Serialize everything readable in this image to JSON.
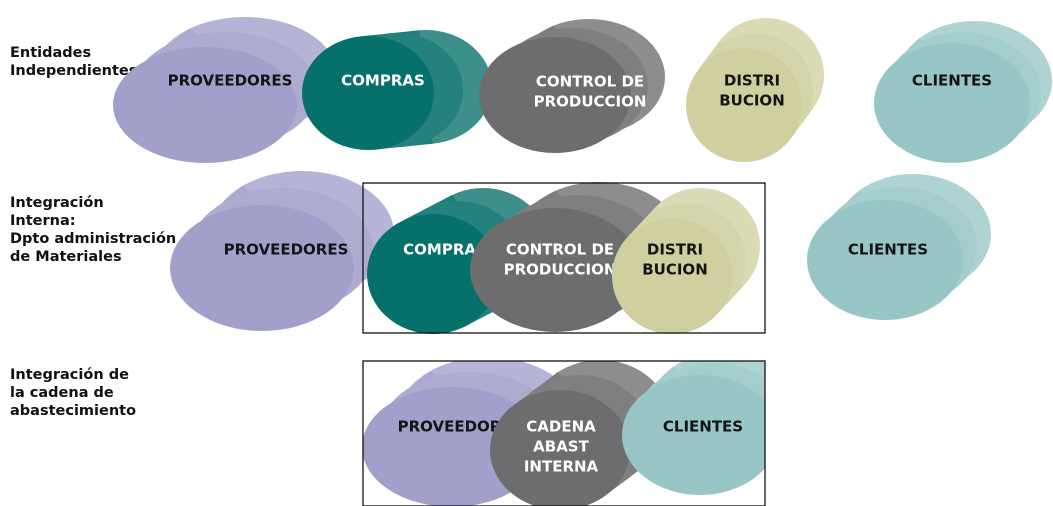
{
  "rows": [
    {
      "label": "Entidades\nIndependientes",
      "nodes": [
        {
          "lines": [
            "PROVEEDORES"
          ],
          "color": "#a29fca"
        },
        {
          "lines": [
            "COMPRAS"
          ],
          "color": "#06706b"
        },
        {
          "lines": [
            "CONTROL DE",
            "PRODUCCION"
          ],
          "color": "#6d6d6f"
        },
        {
          "lines": [
            "DISTRI",
            "BUCION"
          ],
          "color": "#cfcf9f"
        },
        {
          "lines": [
            "CLIENTES"
          ],
          "color": "#98c6c6"
        }
      ]
    },
    {
      "label": "Integración\nInterna:\nDpto administración\nde Materiales",
      "nodes": [
        {
          "lines": [
            "PROVEEDORES"
          ],
          "color": "#a29fca"
        },
        {
          "lines": [
            "COMPRAS"
          ],
          "color": "#06706b"
        },
        {
          "lines": [
            "CONTROL DE",
            "PRODUCCION"
          ],
          "color": "#6d6d6f"
        },
        {
          "lines": [
            "DISTRI",
            "BUCION"
          ],
          "color": "#cfcf9f"
        },
        {
          "lines": [
            "CLIENTES"
          ],
          "color": "#98c6c6"
        }
      ]
    },
    {
      "label": "Integración de\nla cadena de\nabastecimiento",
      "nodes": [
        {
          "lines": [
            "PROVEEDORES"
          ],
          "color": "#a29fca"
        },
        {
          "lines": [
            "CADENA",
            "ABAST",
            "INTERNA"
          ],
          "color": "#6d6d6f"
        },
        {
          "lines": [
            "CLIENTES"
          ],
          "color": "#98c6c6"
        }
      ]
    }
  ]
}
